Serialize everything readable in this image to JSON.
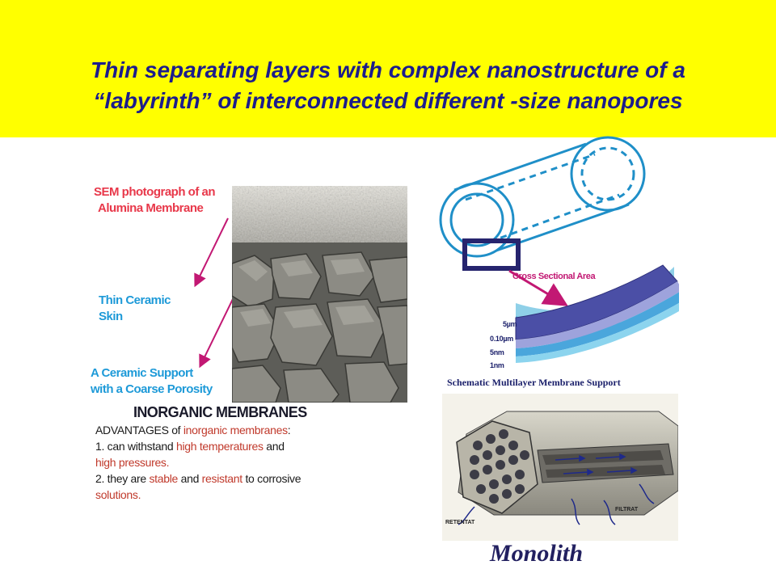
{
  "slide": {
    "title_line1": "Thin separating layers with complex nanostructure of a",
    "title_line2": "“labyrinth” of interconnected different -size nanopores"
  },
  "sem": {
    "label_photo_line1": "SEM photograph of an",
    "label_photo_line2": "Alumina Membrane",
    "label_skin_line1": "Thin Ceramic",
    "label_skin_line2": "Skin",
    "label_support_line1": "A Ceramic Support",
    "label_support_line2": "with a Coarse Porosity"
  },
  "membranes": {
    "heading": "INORGANIC MEMBRANES",
    "adv_a": "ADVANTAGES of ",
    "adv_b": "inorganic membranes",
    "adv_c": ":",
    "p1_a": "1. can withstand ",
    "p1_b": "high temperatures",
    "p1_c": " and",
    "p1_d": "high pressures",
    "p1_e": ".",
    "p2_a": "2. they are ",
    "p2_b": "stable",
    "p2_c": " and ",
    "p2_d": "resistant",
    "p2_e": " to corrosive",
    "p2_f": "solutions",
    "p2_g": "."
  },
  "schematic": {
    "cross_section_label": "Cross Sectional Area",
    "layers": [
      "5µm",
      "0.10µm",
      "5nm",
      "1nm"
    ],
    "caption": "Schematic Multilayer Membrane Support"
  },
  "monolith": {
    "retentat_label": "RETENTAT",
    "filtrat_label": "FILTRAT",
    "title": "Monolith"
  },
  "colors": {
    "title_band": "#ffff00",
    "title_text": "#1c1c8c",
    "label_red": "#e8384a",
    "label_blue": "#1e9ad8",
    "arrow_magenta": "#c21873",
    "tube_blue": "#1f8fc8",
    "highlight_red": "#c0392b"
  }
}
